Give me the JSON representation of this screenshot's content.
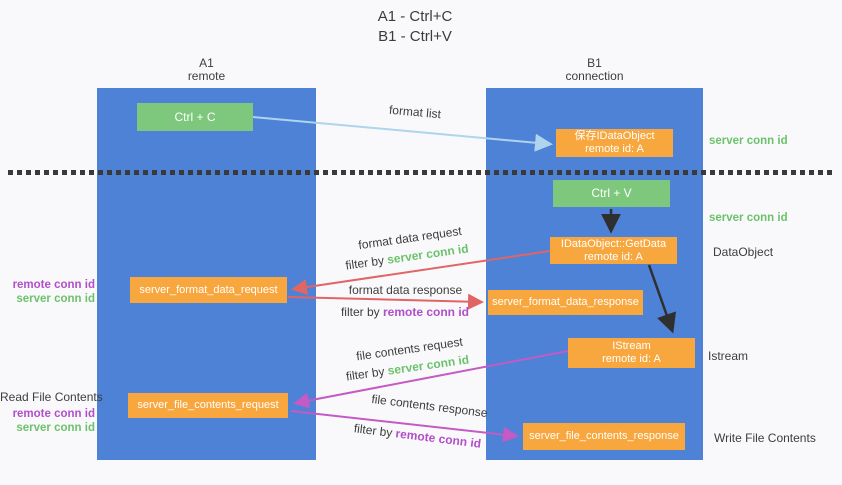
{
  "title": {
    "line1": "A1 - Ctrl+C",
    "line2": "B1 - Ctrl+V"
  },
  "lanes": {
    "a": {
      "name": "A1",
      "role": "remote"
    },
    "b": {
      "name": "B1",
      "role": "connection"
    }
  },
  "nodes": {
    "ctrl_c": {
      "label": "Ctrl + C"
    },
    "save_idataobject": {
      "line1": "保存IDataObject",
      "line2": "remote id: A"
    },
    "ctrl_v": {
      "label": "Ctrl + V"
    },
    "getdata": {
      "line1": "IDataObject::GetData",
      "line2": "remote id: A"
    },
    "format_request": {
      "label": "server_format_data_request"
    },
    "format_response": {
      "label": "server_format_data_response"
    },
    "istream": {
      "line1": "IStream",
      "line2": "remote id: A"
    },
    "file_request": {
      "label": "server_file_contents_request"
    },
    "file_response": {
      "label": "server_file_contents_response"
    }
  },
  "edges": {
    "format_list": "format list",
    "format_data_request": "format data request",
    "format_data_response": "format data response",
    "file_contents_request": "file contents request",
    "file_contents_response": "file contents response",
    "filter_by": "filter by"
  },
  "labels": {
    "server_conn_id": "server conn id",
    "remote_conn_id": "remote conn id"
  },
  "side": {
    "read_file_contents": "Read File Contents",
    "write_file_contents": "Write File Contents",
    "dataobject": "DataObject",
    "istream": "Istream"
  },
  "colors": {
    "lane_blue": "#4d82d6",
    "node_green": "#7dc87d",
    "node_orange": "#f8a73e",
    "label_green": "#6cc26c",
    "label_purple": "#b14fc8",
    "arrow_red": "#e06666",
    "arrow_magenta": "#c45ac4",
    "arrow_light_blue": "#aed4ee",
    "arrow_black": "#2f2f2f",
    "background": "#f9f9fb",
    "text_dark": "#3d3d3d"
  }
}
